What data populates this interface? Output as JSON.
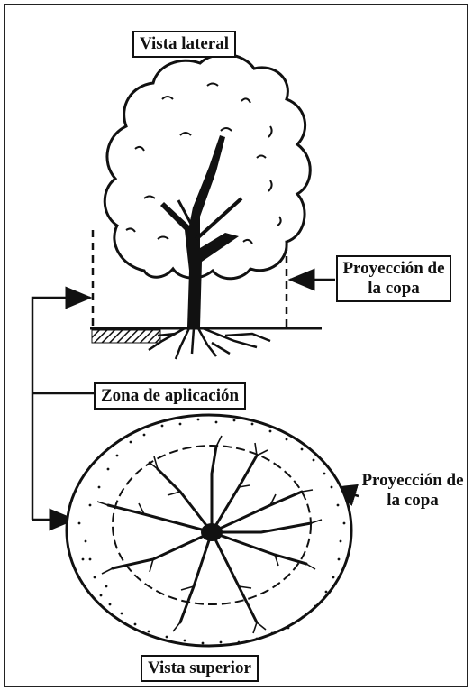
{
  "labels": {
    "side_view": "Vista lateral",
    "crown_projection_top": "Proyección de la copa",
    "application_zone": "Zona de aplicación",
    "crown_projection_bottom": "Proyección de la copa",
    "top_view": "Vista superior"
  },
  "colors": {
    "ink": "#111111",
    "background": "#ffffff"
  }
}
